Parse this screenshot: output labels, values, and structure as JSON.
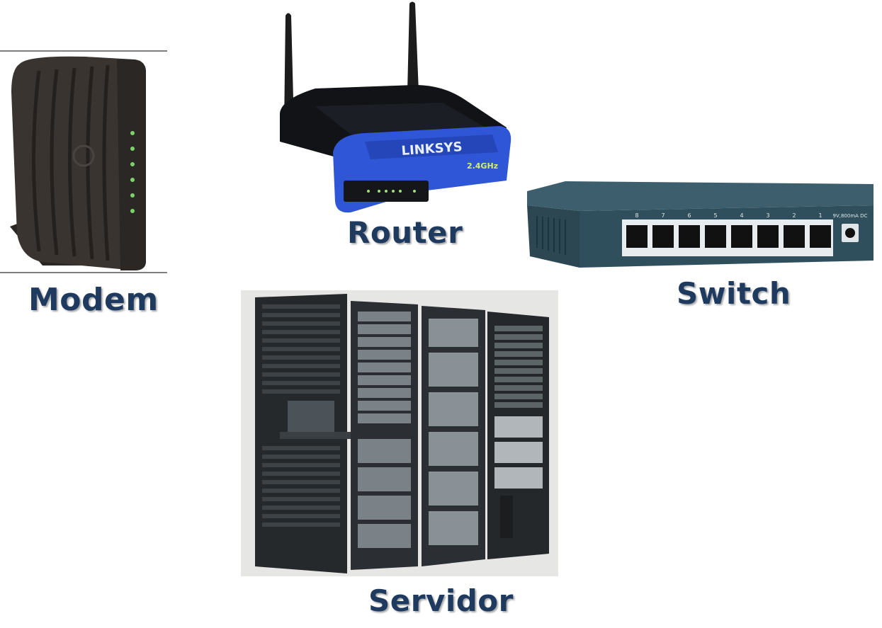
{
  "labels": {
    "modem": "Modem",
    "router": "Router",
    "switch": "Switch",
    "server": "Servidor"
  },
  "router_panel": {
    "brand": "LINKSYS",
    "band": "2.4GHz"
  },
  "switch_panel": {
    "ports": [
      "8",
      "7",
      "6",
      "5",
      "4",
      "3",
      "2",
      "1"
    ],
    "power_text": "9V,800mA DC"
  },
  "colors": {
    "label": "#1f3a5f",
    "router_blue": "#2f56d6",
    "switch_body": "#2f4f5c"
  }
}
